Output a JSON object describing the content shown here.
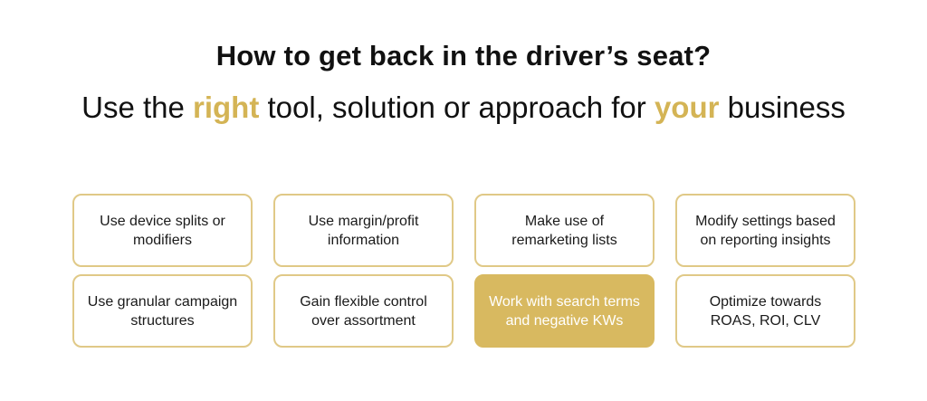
{
  "heading": {
    "title": "How to get back in the driver’s seat?",
    "subtitle_parts": {
      "before": "Use the ",
      "highlight1": "right",
      "middle": " tool, solution or approach for ",
      "highlight2": "your",
      "after": " business"
    }
  },
  "colors": {
    "accent": "#d4b455",
    "card_border": "#e0c987",
    "highlight_card": "#d8b960"
  },
  "cards": [
    {
      "line1": "Use device splits or",
      "line2": "modifiers"
    },
    {
      "line1": "Use margin/profit",
      "line2": "information"
    },
    {
      "line1": "Make use of",
      "line2": "remarketing lists"
    },
    {
      "line1": "Modify settings based",
      "line2": "on reporting insights"
    },
    {
      "line1": "Use granular campaign",
      "line2": "structures"
    },
    {
      "line1": "Gain flexible control",
      "line2": "over assortment"
    },
    {
      "line1": "Work with search terms",
      "line2": "and negative KWs",
      "highlighted": true
    },
    {
      "line1": "Optimize towards",
      "line2": "ROAS, ROI, CLV"
    }
  ]
}
